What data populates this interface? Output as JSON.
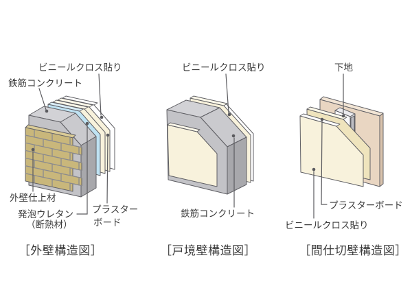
{
  "colors": {
    "text": "#3b3b3b",
    "line": "#5a5a5e",
    "outline": "#5f5f64",
    "concrete_top": "#d2d2d6",
    "concrete_face": "#c3c3c7",
    "concrete_chamfer": "#cacace",
    "concrete_side": "#a8a8ac",
    "brick": "#c9b77b",
    "brick_top": "#dacb96",
    "mortar": "#8a8a8e",
    "urethane": "#bfe2f2",
    "urethane_top": "#daeef8",
    "board_cream": "#f8f2dc",
    "board_deep": "#efe4bd",
    "board_top": "#fdf9ea",
    "vinyl_white": "#ffffff",
    "stud_face": "#fafafc",
    "stud_top": "#ebebef",
    "stud_side": "#d8d8dc",
    "stud_recess": "#bdbdc3",
    "pink_face": "#e9d6c2",
    "pink_top": "#f2e5d5",
    "pink_side": "#d9c3ad"
  },
  "diagrams": [
    {
      "id": "exterior-wall",
      "caption": "［外壁構造図］",
      "labels": {
        "vinyl_cloth": "ビニールクロス貼り",
        "reinforced_concrete": "鉄筋コンクリート",
        "exterior_finish": "外壁仕上材",
        "urethane_line1": "発泡ウレタン",
        "urethane_line2": "（断熱材）",
        "plasterboard_line1": "プラスター",
        "plasterboard_line2": "ボード"
      }
    },
    {
      "id": "unit-partition-wall",
      "caption": "［戸境壁構造図］",
      "labels": {
        "vinyl_cloth": "ビニールクロス貼り",
        "reinforced_concrete": "鉄筋コンクリート"
      }
    },
    {
      "id": "room-partition-wall",
      "caption": "［間仕切壁構造図］",
      "labels": {
        "base": "下地",
        "plasterboard": "プラスターボード",
        "vinyl_cloth": "ビニールクロス貼り"
      }
    }
  ]
}
